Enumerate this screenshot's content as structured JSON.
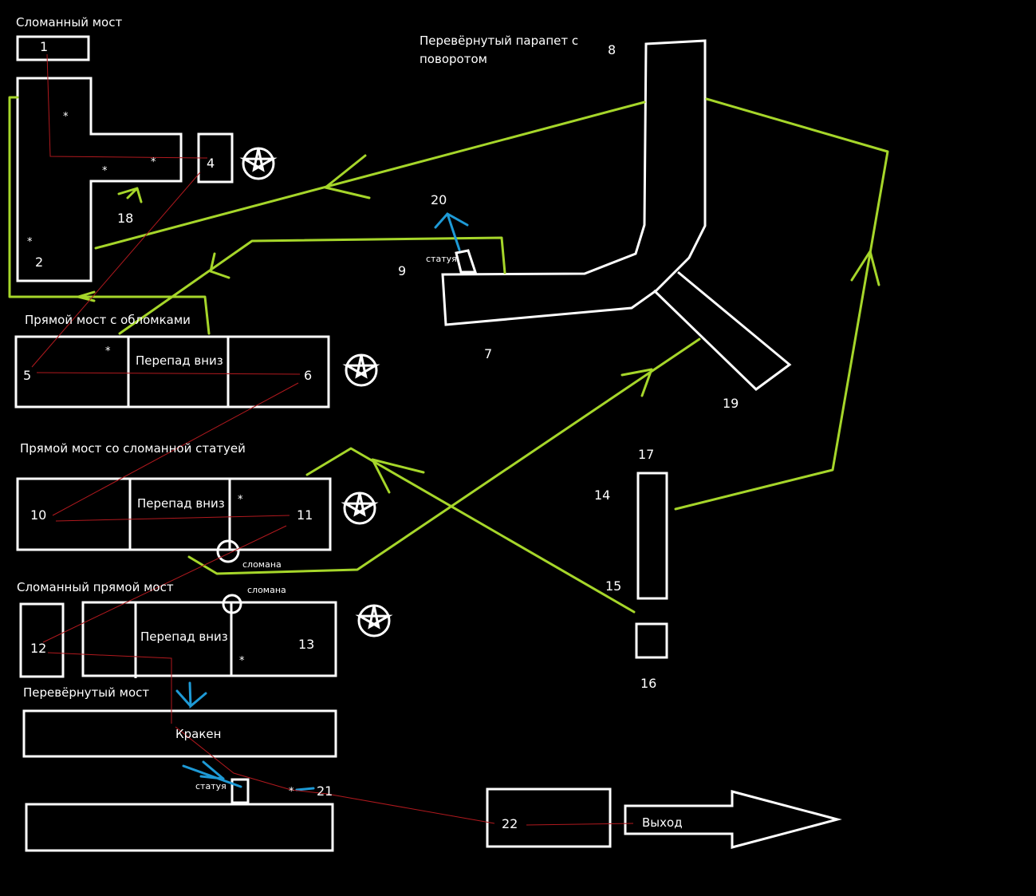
{
  "diagram": {
    "colors": {
      "background": "#000000",
      "shapes": "#ffffff",
      "path_green": "#a6d62a",
      "path_blue": "#1e9ad6",
      "route_red": "#b0191e"
    },
    "section_titles": {
      "broken_bridge": "Сломанный мост",
      "flipped_parapet": "Перевёрнутый парапет с поворотом",
      "flipped_parapet_line1": "Перевёрнутый парапет с",
      "flipped_parapet_line2": "поворотом",
      "straight_bridge_debris": "Прямой мост с обломками",
      "straight_bridge_statue": "Прямой мост со сломанной статуей",
      "broken_straight_bridge": "Сломанный прямой мост",
      "flipped_bridge": "Перевёрнутый мост"
    },
    "inner_labels": {
      "drop_down_1": "Перепад вниз",
      "drop_down_2": "Перепад вниз",
      "drop_down_3": "Перепад вниз",
      "kraken": "Кракен",
      "exit": "Выход",
      "statue_top": "статуя",
      "statue_bottom": "статуя",
      "broken_1": "сломана",
      "broken_2": "сломана",
      "asterisk": "*"
    },
    "points": [
      "1",
      "2",
      "4",
      "5",
      "6",
      "7",
      "8",
      "9",
      "10",
      "11",
      "12",
      "13",
      "14",
      "15",
      "16",
      "17",
      "18",
      "19",
      "20",
      "21",
      "22"
    ],
    "icons": [
      "star-icon",
      "star-icon",
      "star-icon",
      "star-icon"
    ]
  }
}
